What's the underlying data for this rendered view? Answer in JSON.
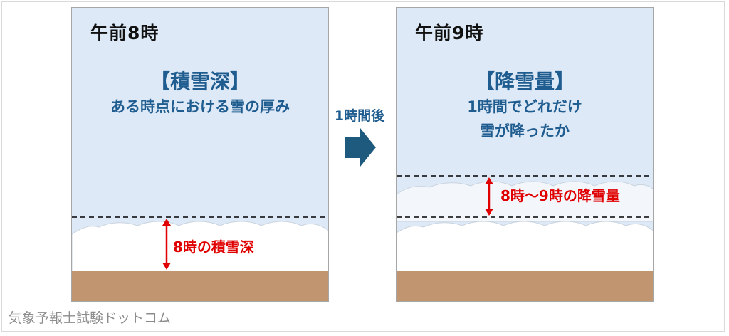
{
  "left_panel": {
    "time": "午前8時",
    "heading": "【積雪深】",
    "desc_lines": [
      "ある時点における雪の厚み"
    ],
    "measure_label": "8時の積雪深"
  },
  "right_panel": {
    "time": "午前9時",
    "heading": "【降雪量】",
    "desc_lines": [
      "1時間でどれだけ",
      "雪が降ったか"
    ],
    "measure_label": "8時～9時の降雪量"
  },
  "transition": {
    "label": "1時間後"
  },
  "footer": {
    "brand": "気象予報士試験ドットコム"
  },
  "colors": {
    "sky": "#dde9f6",
    "snow": "#ffffff",
    "ground": "#c09570",
    "accent_blue": "#1f5c8f",
    "arrow_fill": "#1e5a7e",
    "measure_red": "#e00000"
  }
}
